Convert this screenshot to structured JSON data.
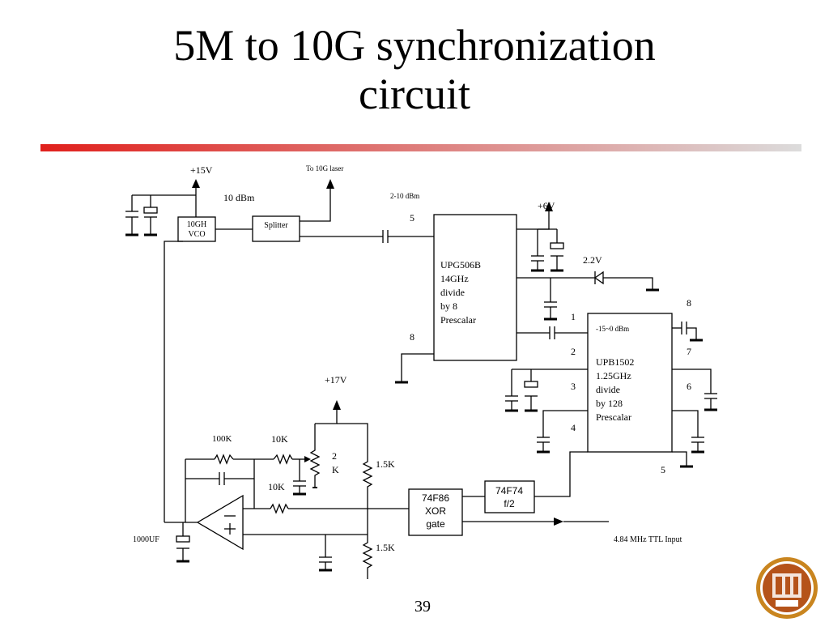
{
  "slide": {
    "title_line1": "5M to 10G synchronization",
    "title_line2": "circuit",
    "page_number": "39"
  },
  "colors": {
    "accent_start": "#e0201c",
    "accent_end": "#dcdcdc"
  },
  "labels": {
    "plus15v": "+15V",
    "to_laser": "To 10G laser",
    "dbm10": "10 dBm",
    "dbm2_10": "2-10 dBm",
    "plus6v": "+6V",
    "v22": "2.2V",
    "vco_line1": "10GH",
    "vco_line2": "VCO",
    "splitter": "Splitter",
    "upg_pin5": "5",
    "upg_pin8": "8",
    "upg_l1": "UPG506B",
    "upg_l2": "14GHz",
    "upg_l3": "divide",
    "upg_l4": "by 8",
    "upg_l5": "Prescalar",
    "upb_l1": "UPB1502",
    "upb_l2": "1.25GHz",
    "upb_l3": "divide",
    "upb_l4": "by 128",
    "upb_l5": "Prescalar",
    "upb_dbm": "-15~0 dBm",
    "pin1": "1",
    "pin2": "2",
    "pin3": "3",
    "pin4": "4",
    "pin5": "5",
    "pin6": "6",
    "pin7": "7",
    "pin8": "8",
    "plus17v": "+17V",
    "r100k": "100K",
    "r10k_a": "10K",
    "r10k_b": "10K",
    "pot_2": "2",
    "pot_k": "K",
    "r15k_a": "1.5K",
    "r15k_b": "1.5K",
    "cap1000uf": "1000UF",
    "xor_l1": "74F86",
    "xor_l2": "XOR",
    "xor_l3": "gate",
    "f74_l1": "74F74",
    "f74_l2": "f/2",
    "ttl_input": "4.84 MHz TTL Input"
  }
}
